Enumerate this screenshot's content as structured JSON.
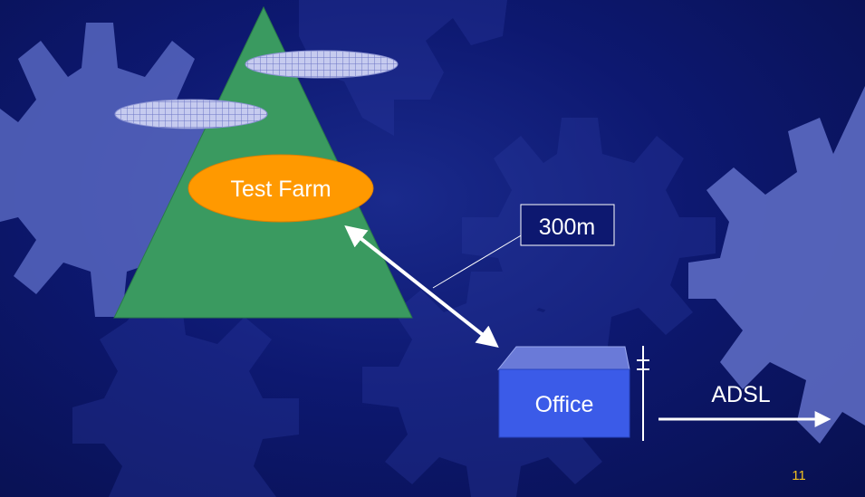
{
  "slide": {
    "farm_label": "Test Farm",
    "distance_label": "300m",
    "office_label": "Office",
    "link_label": "ADSL",
    "page_number": "11"
  },
  "colors": {
    "background": "#0d1870",
    "gear_dark": "#1a2580",
    "gear_light": "#5a6ac0",
    "hill": "#3a9a60",
    "farm": "#ff9900",
    "office": "#3b5be8",
    "cloud": "#c8ccf0",
    "label_box": "#0d1870",
    "page_number": "#f0c020"
  }
}
